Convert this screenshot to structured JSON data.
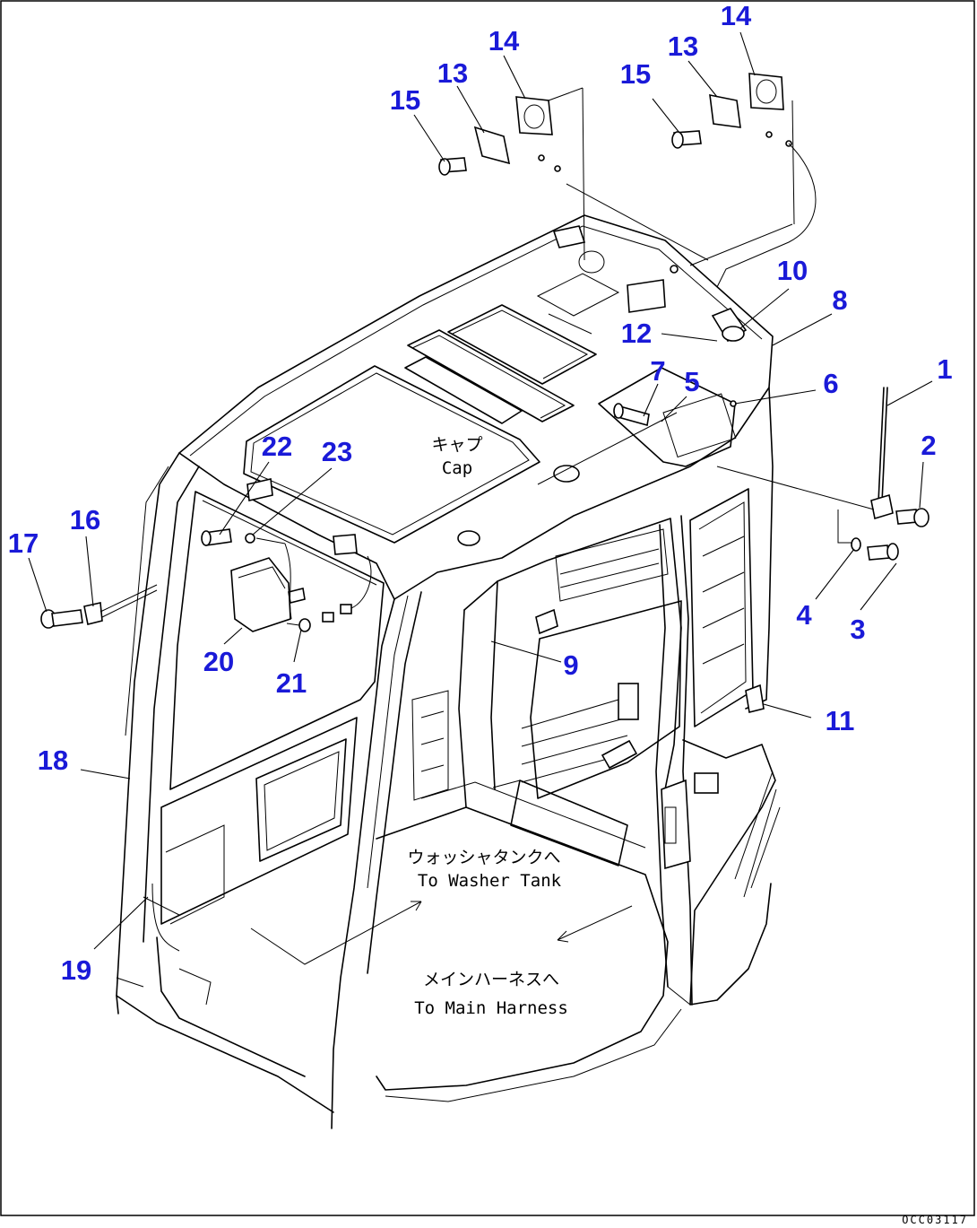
{
  "drawing": {
    "code": "OCC03117",
    "notes": {
      "cap_jp": "キャプ",
      "cap_en": "Cap",
      "washer_jp": "ウォッシャタンクへ",
      "washer_en": "To Washer Tank",
      "harness_jp": "メインハーネスへ",
      "harness_en": "To Main Harness"
    },
    "callouts": {
      "c1": "1",
      "c2": "2",
      "c3": "3",
      "c4": "4",
      "c5": "5",
      "c6": "6",
      "c7": "7",
      "c8": "8",
      "c9": "9",
      "c10": "10",
      "c11": "11",
      "c12": "12",
      "c13a": "13",
      "c13b": "13",
      "c14a": "14",
      "c14b": "14",
      "c15a": "15",
      "c15b": "15",
      "c16": "16",
      "c17": "17",
      "c18": "18",
      "c19": "19",
      "c20": "20",
      "c21": "21",
      "c22": "22",
      "c23": "23"
    },
    "colors": {
      "callout": "#1a1ad8",
      "line": "#000000",
      "background": "#ffffff"
    }
  }
}
